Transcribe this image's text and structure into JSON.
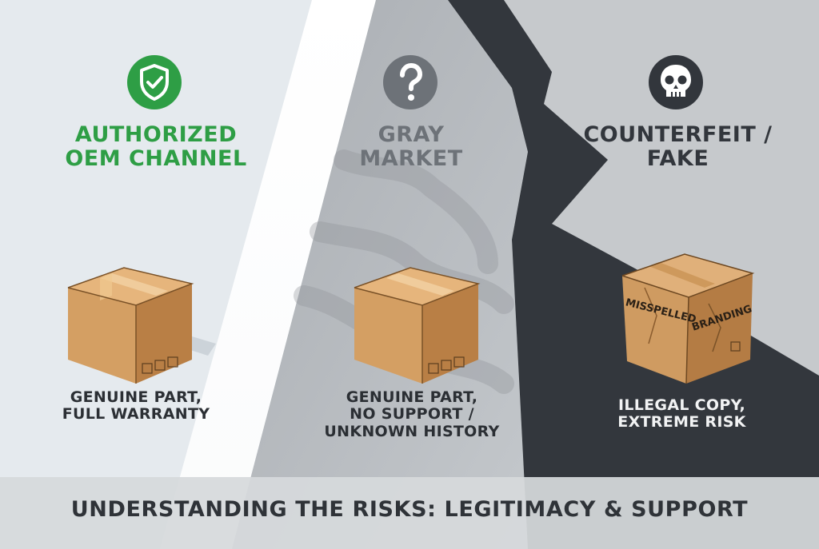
{
  "colors": {
    "authorized": "#2e9e45",
    "gray_market": "#6d7278",
    "counterfeit": "#32363c",
    "box": "#d9a66e"
  },
  "columns": [
    {
      "id": "authorized",
      "icon": "shield-check-icon",
      "title_lines": [
        "AUTHORIZED",
        "OEM CHANNEL"
      ],
      "desc_lines": [
        "GENUINE PART,",
        "FULL WARRANTY"
      ]
    },
    {
      "id": "gray",
      "icon": "question-mark-icon",
      "title_lines": [
        "GRAY",
        "MARKET"
      ],
      "desc_lines": [
        "GENUINE PART,",
        "NO SUPPORT /",
        "UNKNOWN HISTORY"
      ]
    },
    {
      "id": "counterfeit",
      "icon": "skull-icon",
      "title_lines": [
        "COUNTERFEIT /",
        "FAKE"
      ],
      "desc_lines": [
        "ILLEGAL COPY,",
        "EXTREME RISK"
      ],
      "box_labels": [
        "MISSPELLED",
        "BRANDING"
      ]
    }
  ],
  "footer": {
    "text": "UNDERSTANDING THE RISKS: LEGITIMACY & SUPPORT"
  }
}
